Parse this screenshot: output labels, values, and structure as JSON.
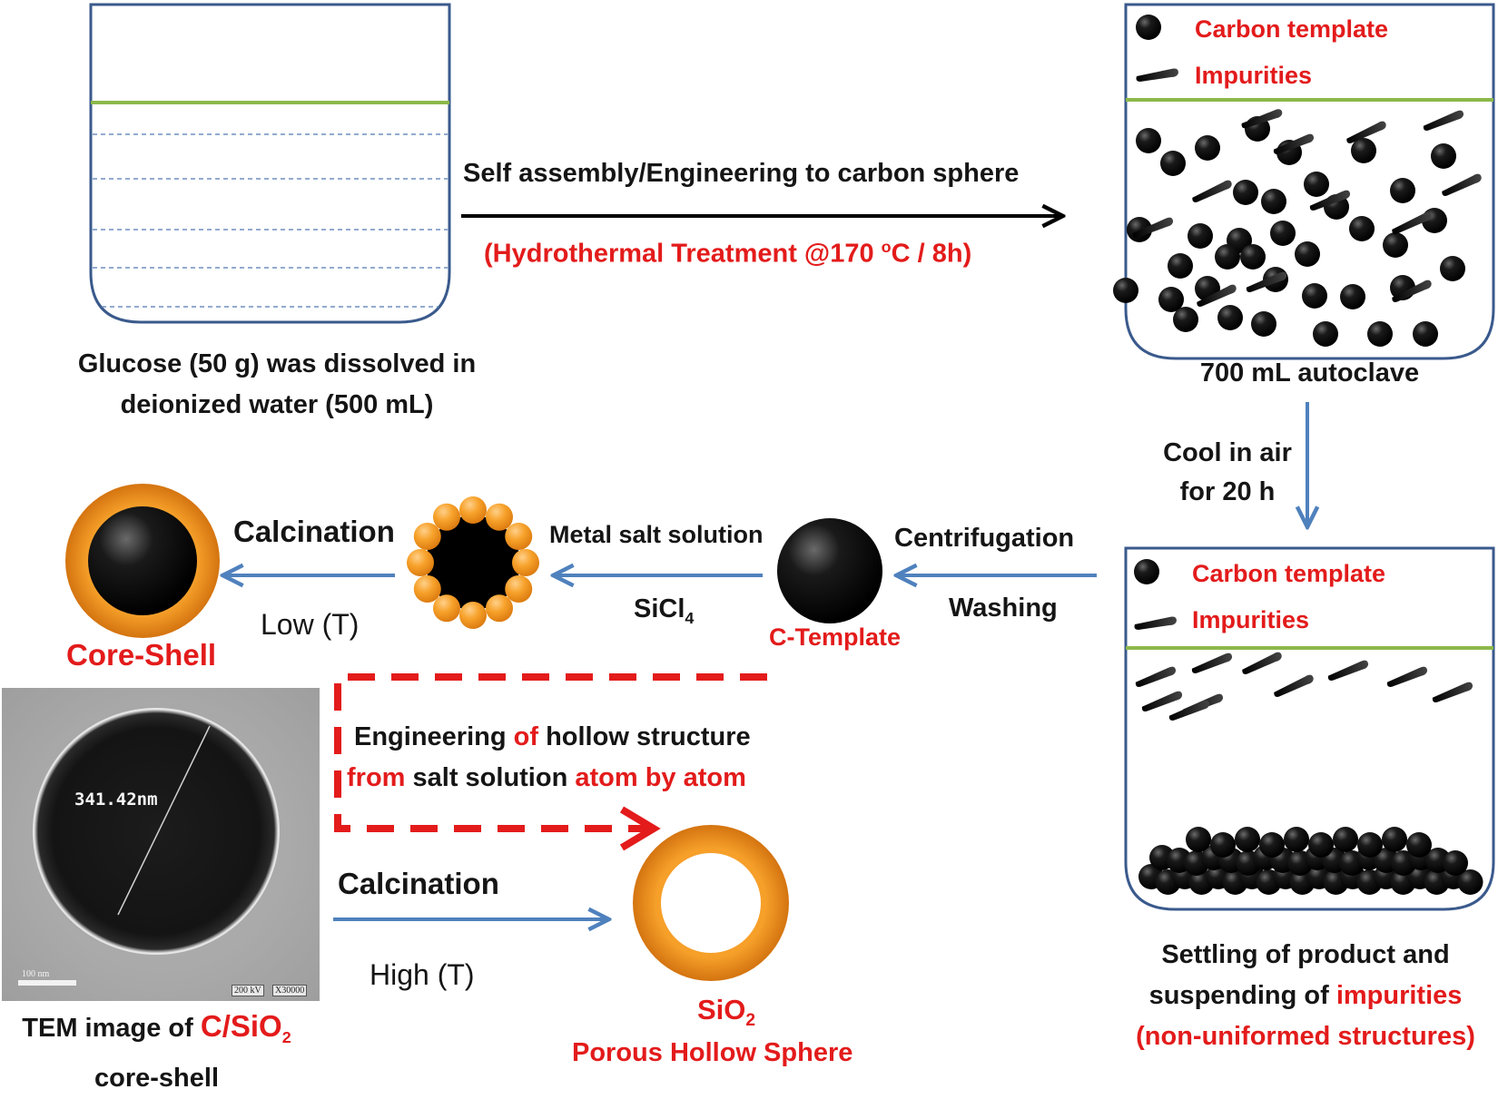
{
  "beaker1": {
    "caption_line1": "Glucose (50 g) was dissolved in",
    "caption_line2": "deionized water (500 mL)"
  },
  "step1": {
    "label": "Self assembly/Engineering  to carbon sphere",
    "condition": "(Hydrothermal  Treatment @170 ",
    "condition_sup": "o",
    "condition_end": "C / 8h)"
  },
  "autoclave": {
    "legend_sphere": "Carbon template",
    "legend_impurity": "Impurities",
    "caption": "700 mL autoclave"
  },
  "cool": {
    "line1": "Cool in air",
    "line2": "for 20 h"
  },
  "settled": {
    "legend_sphere": "Carbon template",
    "legend_impurity": "Impurities",
    "caption_line1": "Settling of product  and",
    "caption_line2_a": "suspending  of ",
    "caption_line2_b": "impurities",
    "caption_line3": "(non-uniformed  structures)"
  },
  "ctemplate": {
    "label": "C-Template",
    "arrow_top": "Centrifugation",
    "arrow_bottom": "Washing"
  },
  "metal": {
    "arrow_top": "Metal salt solution",
    "formula_main": "SiCl",
    "formula_sub": "4"
  },
  "coreshell": {
    "arrow_top": "Calcination",
    "arrow_bottom": "Low (T)",
    "label": "Core-Shell"
  },
  "hollow_route": {
    "line1_a": "Engineering ",
    "line1_b": "of",
    "line1_c": " hollow  structure",
    "line2_a": "from",
    "line2_b": " salt solution ",
    "line2_c": "atom by atom"
  },
  "hollow": {
    "arrow_top": "Calcination",
    "arrow_bottom": "High (T)",
    "formula_main": "SiO",
    "formula_sub": "2",
    "label": "Porous  Hollow  Sphere"
  },
  "tem": {
    "measure": "341.42nm",
    "scale_text": "100 nm",
    "info_kv": "200 kV",
    "info_mag": "X30000",
    "caption_a": "TEM image of ",
    "caption_b": "C/SiO",
    "caption_sub": "2",
    "caption_line2": "core-shell"
  },
  "colors": {
    "beaker_stroke": "#3a5a8c",
    "liquid_line": "#8cb84a",
    "arrow_blue": "#4f81bd",
    "label_red": "#e31b1b",
    "shell_orange": "#f59a1c"
  }
}
